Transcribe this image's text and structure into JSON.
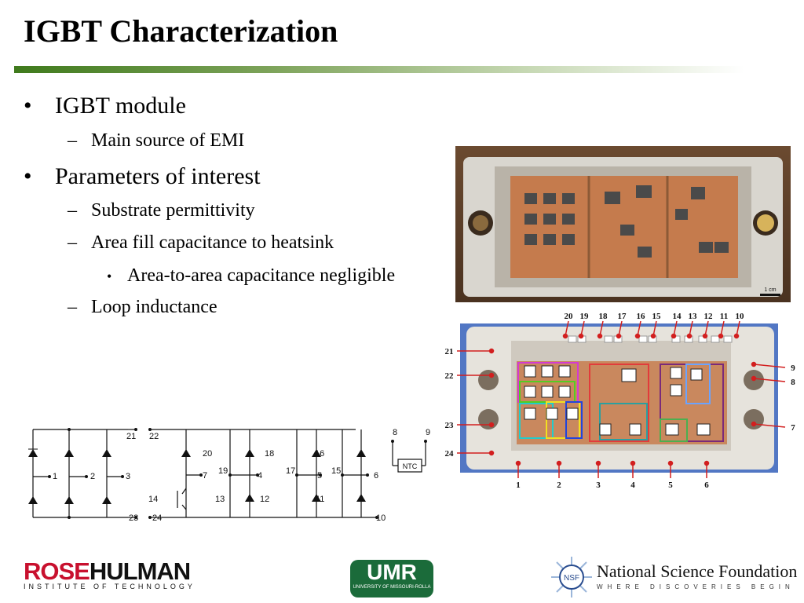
{
  "slide": {
    "title": "IGBT Characterization",
    "bullets": [
      {
        "marker": "•",
        "text": "IGBT module"
      },
      {
        "marker": "–",
        "text": "Main source of EMI"
      },
      {
        "marker": "•",
        "text": "Parameters of interest"
      },
      {
        "marker": "–",
        "text": "Substrate permittivity"
      },
      {
        "marker": "–",
        "text": "Area fill capacitance to heatsink"
      },
      {
        "marker": "•",
        "text": "Area-to-area capacitance negligible"
      },
      {
        "marker": "–",
        "text": "Loop inductance"
      }
    ]
  },
  "schematic": {
    "labels": [
      "1",
      "2",
      "3",
      "21",
      "22",
      "23",
      "24",
      "20",
      "19",
      "4",
      "18",
      "17",
      "5",
      "16",
      "15",
      "6",
      "14",
      "7",
      "13",
      "12",
      "11",
      "10",
      "8",
      "9"
    ],
    "ntc": "NTC"
  },
  "photo_top": {
    "scale": "1 cm"
  },
  "photo_bottom": {
    "top_pins": [
      "20",
      "19",
      "18",
      "17",
      "16",
      "15",
      "14",
      "13",
      "12",
      "11",
      "10"
    ],
    "left_pins": [
      "21",
      "22",
      "23",
      "24"
    ],
    "right_pins": [
      "9",
      "8",
      "7"
    ],
    "bottom_pins": [
      "1",
      "2",
      "3",
      "4",
      "5",
      "6"
    ]
  },
  "logos": {
    "rose": {
      "word1": "ROSE",
      "word2": "HULMAN",
      "sub": "INSTITUTE OF TECHNOLOGY"
    },
    "umr": {
      "name": "UMR",
      "sub": "UNIVERSITY OF MISSOURI-ROLLA"
    },
    "nsf": {
      "name": "National Science Foundation",
      "tagline": "WHERE DISCOVERIES BEGIN",
      "seal": "NSF"
    }
  },
  "colors": {
    "accent_green": "#3f7a1c",
    "pin_red": "#d21f1f",
    "rose_red": "#c8102e",
    "umr_green": "#1b6b3a",
    "nsf_blue": "#2a4d8f"
  }
}
